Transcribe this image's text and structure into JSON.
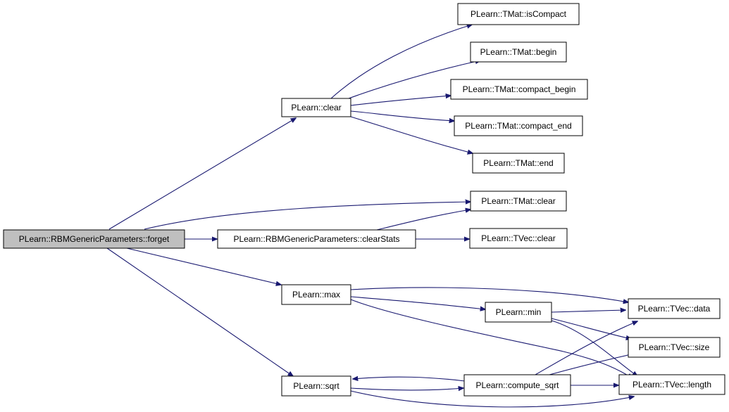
{
  "colors": {
    "edge": "#191970",
    "root_fill": "#bfbfbf",
    "node_fill": "#ffffff",
    "border": "#000000"
  },
  "nodes": {
    "forget": "PLearn::RBMGenericParameters::forget",
    "clear": "PLearn::clear",
    "tmat_iscompact": "PLearn::TMat::isCompact",
    "tmat_begin": "PLearn::TMat::begin",
    "tmat_compact_begin": "PLearn::TMat::compact_begin",
    "tmat_compact_end": "PLearn::TMat::compact_end",
    "tmat_end": "PLearn::TMat::end",
    "tmat_clear": "PLearn::TMat::clear",
    "clearstats": "PLearn::RBMGenericParameters::clearStats",
    "tvec_clear": "PLearn::TVec::clear",
    "max": "PLearn::max",
    "min": "PLearn::min",
    "tvec_data": "PLearn::TVec::data",
    "tvec_size": "PLearn::TVec::size",
    "sqrt": "PLearn::sqrt",
    "compute_sqrt": "PLearn::compute_sqrt",
    "tvec_length": "PLearn::TVec::length"
  },
  "edges": [
    [
      "forget",
      "clear"
    ],
    [
      "forget",
      "tmat_clear"
    ],
    [
      "forget",
      "clearstats"
    ],
    [
      "forget",
      "max"
    ],
    [
      "forget",
      "sqrt"
    ],
    [
      "clear",
      "tmat_iscompact"
    ],
    [
      "clear",
      "tmat_begin"
    ],
    [
      "clear",
      "tmat_compact_begin"
    ],
    [
      "clear",
      "tmat_compact_end"
    ],
    [
      "clear",
      "tmat_end"
    ],
    [
      "clearstats",
      "tmat_clear"
    ],
    [
      "clearstats",
      "tvec_clear"
    ],
    [
      "max",
      "tvec_data"
    ],
    [
      "max",
      "min"
    ],
    [
      "max",
      "tvec_length"
    ],
    [
      "min",
      "tvec_data"
    ],
    [
      "min",
      "tvec_size"
    ],
    [
      "min",
      "tvec_length"
    ],
    [
      "sqrt",
      "compute_sqrt"
    ],
    [
      "sqrt",
      "tvec_length"
    ],
    [
      "compute_sqrt",
      "sqrt"
    ],
    [
      "compute_sqrt",
      "tvec_data"
    ],
    [
      "compute_sqrt",
      "tvec_size"
    ],
    [
      "compute_sqrt",
      "tvec_length"
    ]
  ]
}
